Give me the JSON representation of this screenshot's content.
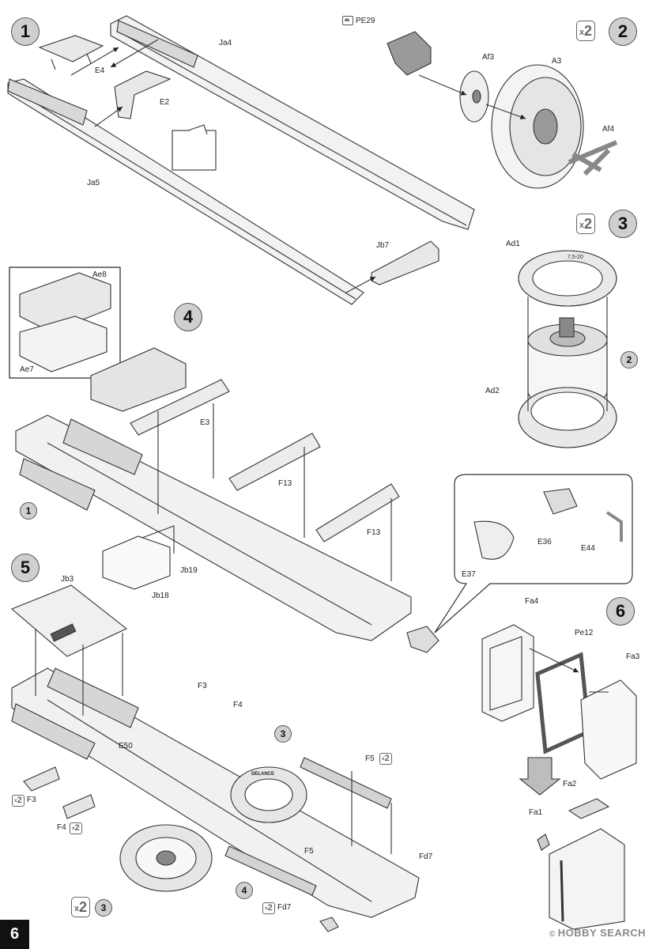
{
  "page_number": "6",
  "watermark": "HOBBY SEARCH",
  "watermark_symbol": "©",
  "steps": [
    "1",
    "2",
    "3",
    "4",
    "5",
    "6"
  ],
  "multipliers": {
    "step2": "2",
    "step3": "2",
    "step5_wheel": "2",
    "f5": "2",
    "f3": "2",
    "f4": "2",
    "fd7": "2"
  },
  "refs": {
    "ref_1": "1",
    "ref_2": "2",
    "ref_3a": "3",
    "ref_3b": "3",
    "ref_4": "4"
  },
  "parts": {
    "E4": "E4",
    "E2": "E2",
    "Ja4": "Ja4",
    "Ja5": "Ja5",
    "Jb7": "Jb7",
    "PE29": "PE29",
    "Af3": "Af3",
    "A3": "A3",
    "Af4": "Af4",
    "Ad1": "Ad1",
    "Ad2": "Ad2",
    "tire_mark": "7,5-20",
    "Ae8": "Ae8",
    "Ae7": "Ae7",
    "E3": "E3",
    "F13a": "F13",
    "F13b": "F13",
    "Jb19": "Jb19",
    "Jb18": "Jb18",
    "E36": "E36",
    "E44": "E44",
    "E37": "E37",
    "Jb3": "Jb3",
    "F3a": "F3",
    "F4a": "F4",
    "E50": "E50",
    "F5a": "F5",
    "F3b": "F3",
    "F4b": "F4",
    "F5b": "F5",
    "Fd7a": "Fd7",
    "Fd7b": "Fd7",
    "Fa4": "Fa4",
    "Pe12": "Pe12",
    "Fa3": "Fa3",
    "Fa2": "Fa2",
    "Fa1": "Fa1",
    "tire_brand": "DELANCE"
  },
  "colors": {
    "step_fill": "#cfcfcf",
    "line": "#333333",
    "muted": "#777777"
  }
}
